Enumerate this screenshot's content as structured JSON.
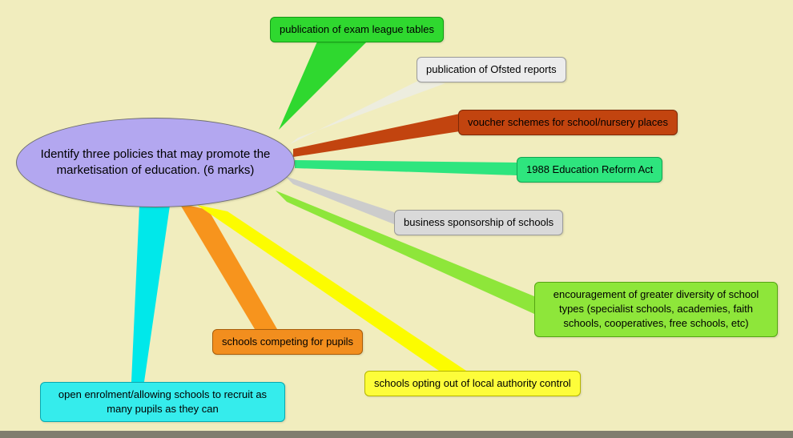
{
  "background": {
    "page": "#f1edbe",
    "bottom_bar": "#7f7d6e"
  },
  "center": {
    "label": "Identify three policies that may promote the marketisation of education. (6 marks)",
    "fill": "#b3a7f0",
    "border": "#6f6f6f",
    "text_color": "#000000"
  },
  "nodes": [
    {
      "id": "exam-league-tables",
      "label": "publication of exam league tables",
      "fill": "#2fd82f",
      "border": "#169a16",
      "text": "#000000"
    },
    {
      "id": "ofsted-reports",
      "label": "publication of Ofsted reports",
      "fill": "#ececec",
      "border": "#9a9a9a",
      "text": "#000000"
    },
    {
      "id": "voucher-schemes",
      "label": "voucher schemes for school/nursery places",
      "fill": "#c2440f",
      "border": "#7d2a08",
      "text": "#000000"
    },
    {
      "id": "education-reform-act",
      "label": "1988 Education Reform Act",
      "fill": "#2ee57e",
      "border": "#12a551",
      "text": "#000000"
    },
    {
      "id": "business-sponsorship",
      "label": "business sponsorship of schools",
      "fill": "#d9d9d9",
      "border": "#9a9a9a",
      "text": "#000000"
    },
    {
      "id": "diversity-of-school-types",
      "label": "encouragement of greater diversity of school types (specialist schools, academies, faith schools, cooperatives, free schools, etc)",
      "fill": "#8ee63a",
      "border": "#55a513",
      "text": "#000000"
    },
    {
      "id": "schools-competing",
      "label": "schools competing for pupils",
      "fill": "#f28e1e",
      "border": "#a85d0a",
      "text": "#000000"
    },
    {
      "id": "opting-out",
      "label": "schools opting out of local authority control",
      "fill": "#fdfd3a",
      "border": "#b5b500",
      "text": "#000000"
    },
    {
      "id": "open-enrolment",
      "label": "open enrolment/allowing schools to recruit as many pupils as they can",
      "fill": "#35ecec",
      "border": "#0aa8b0",
      "text": "#000000"
    }
  ],
  "connectors": [
    {
      "to": "exam-league-tables",
      "color": "#2fd82f"
    },
    {
      "to": "ofsted-reports",
      "color": "#ededdf"
    },
    {
      "to": "voucher-schemes",
      "color": "#c2440f"
    },
    {
      "to": "education-reform-act",
      "color": "#2ee57e"
    },
    {
      "to": "business-sponsorship",
      "color": "#cccccc"
    },
    {
      "to": "diversity-of-school-types",
      "color": "#8ee63a"
    },
    {
      "to": "schools-competing",
      "color": "#f7941d"
    },
    {
      "to": "opting-out",
      "color": "#fcfc00"
    },
    {
      "to": "open-enrolment",
      "color": "#00e8ea"
    }
  ]
}
